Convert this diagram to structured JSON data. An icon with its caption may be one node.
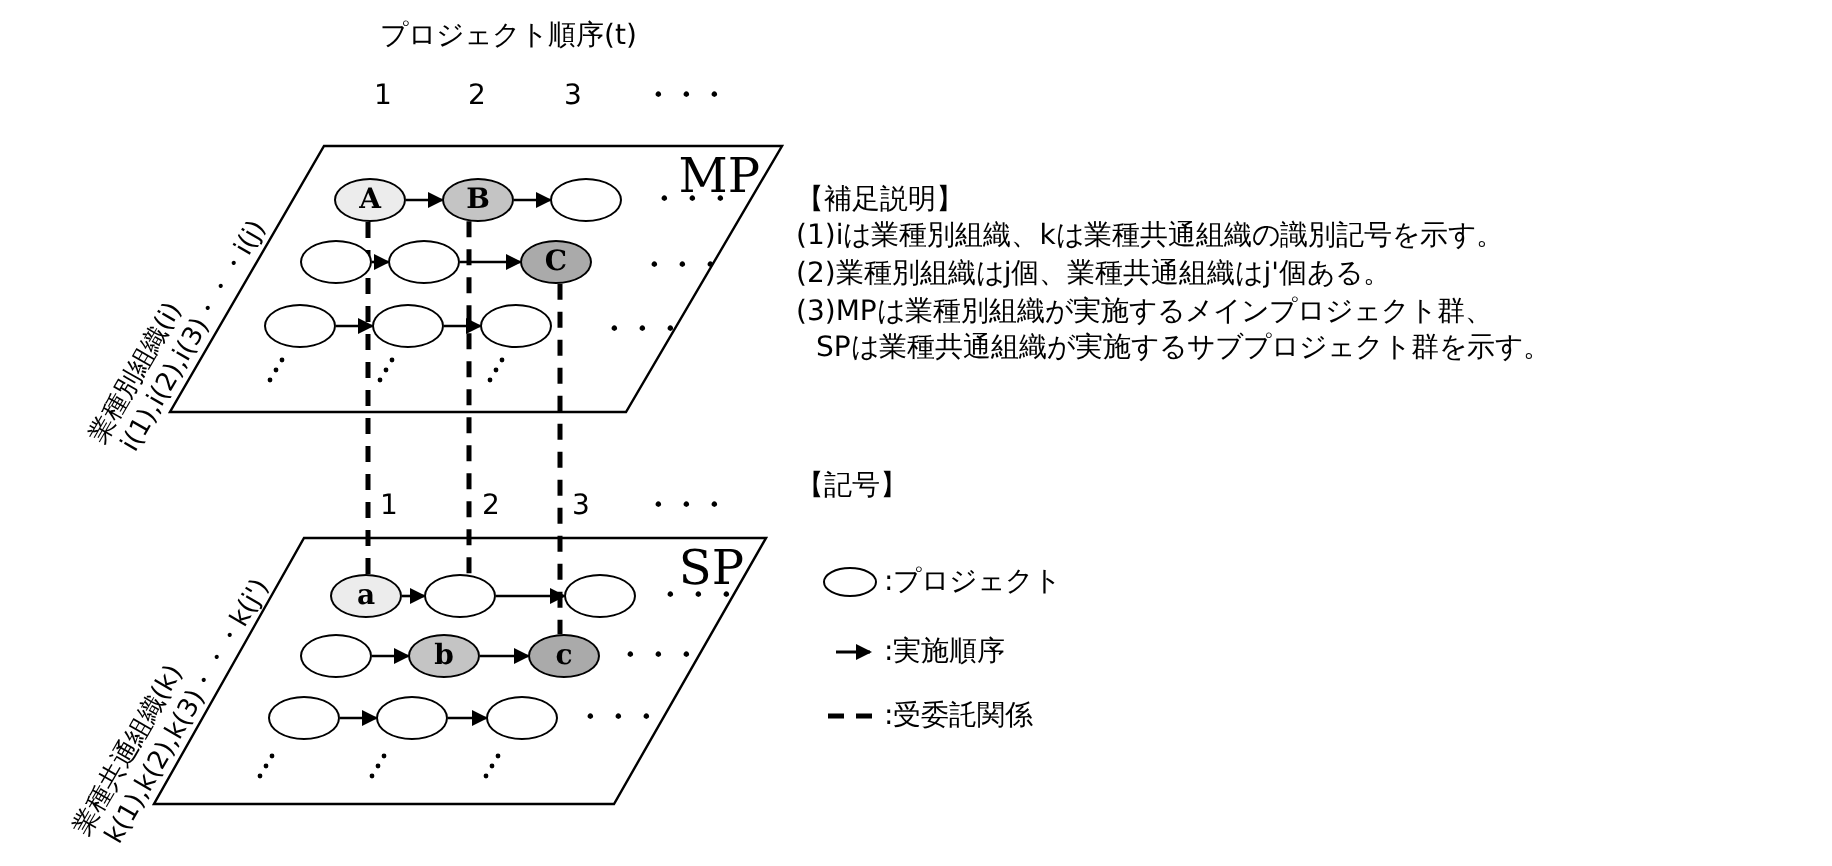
{
  "diagram": {
    "nodes": [
      {
        "text": [
          "MP"
        ],
        "beside": [
          "業種別組織(i)",
          "i(1),i(2),i(3)・・・i(j)"
        ]
      },
      {
        "text": [
          "A"
        ],
        "in": 0
      },
      {
        "text": [
          "B"
        ],
        "in": 0
      },
      {
        "text": [],
        "shape": "circle",
        "in": 0
      },
      {
        "text": [],
        "shape": "circle",
        "in": 0
      },
      {
        "text": [],
        "shape": "circle",
        "in": 0
      },
      {
        "text": [
          "C"
        ],
        "in": 0
      },
      {
        "text": [],
        "shape": "circle",
        "in": 0
      },
      {
        "text": [],
        "shape": "circle",
        "in": 0
      },
      {
        "text": [],
        "shape": "circle",
        "in": 0
      },
      {
        "text": [
          "SP"
        ],
        "beside": [
          "業種共通組織(k)",
          "k(1),k(2),k(3)・・・k(j')"
        ]
      },
      {
        "text": [
          "a"
        ],
        "in": 10
      },
      {
        "text": [],
        "shape": "circle",
        "in": 10
      },
      {
        "text": [],
        "shape": "circle",
        "in": 10
      },
      {
        "text": [],
        "shape": "circle",
        "in": 10
      },
      {
        "text": [
          "b"
        ],
        "in": 10
      },
      {
        "text": [
          "c"
        ],
        "in": 10
      },
      {
        "text": [],
        "shape": "circle",
        "in": 10
      },
      {
        "text": [],
        "shape": "circle",
        "in": 10
      },
      {
        "text": [],
        "shape": "circle",
        "in": 10
      }
    ],
    "edges": [
      {
        "from": 1,
        "to": 2,
        "arrow": "to"
      },
      {
        "from": 2,
        "to": 3,
        "arrow": "to"
      },
      {
        "from": 4,
        "to": 5,
        "arrow": "to"
      },
      {
        "from": 5,
        "to": 6,
        "arrow": "to"
      },
      {
        "from": 7,
        "to": 8,
        "arrow": "to"
      },
      {
        "from": 8,
        "to": 9,
        "arrow": "to"
      },
      {
        "from": 11,
        "to": 12,
        "arrow": "to"
      },
      {
        "from": 12,
        "to": 13,
        "arrow": "to"
      },
      {
        "from": 14,
        "to": 15,
        "arrow": "to"
      },
      {
        "from": 15,
        "to": 16,
        "arrow": "to"
      },
      {
        "from": 17,
        "to": 18,
        "arrow": "to"
      },
      {
        "from": 18,
        "to": 19,
        "arrow": "to"
      },
      {
        "from": 1,
        "to": 11,
        "arrow": "none",
        "style": "dashed"
      },
      {
        "from": 2,
        "to": 12,
        "arrow": "none",
        "style": "dashed"
      },
      {
        "from": 6,
        "to": 16,
        "arrow": "none",
        "style": "dashed"
      }
    ],
    "labels": [
      "プロジェクト順序(t)",
      "1",
      "2",
      "3",
      "・・・",
      "・・・",
      "・・・",
      "・・・",
      "【補足説明】",
      "(1)iは業種別組織、kは業種共通組織の識別記号を示す。",
      "(2)業種別組織はj個、業種共通組織はj'個ある。",
      "(3)MPは業種別組織が実施するメインプロジェクト群、",
      "SPは業種共通組織が実施するサブプロジェクト群を示す。",
      "1",
      "2",
      "3",
      "・・・",
      "・・・",
      "・・・",
      "・・・",
      "【記号】"
    ],
    "legend": [
      {
        "text": ":プロジェクト"
      },
      {
        "text": ":実施順序"
      },
      {
        "text": ":受委託関係"
      }
    ]
  }
}
